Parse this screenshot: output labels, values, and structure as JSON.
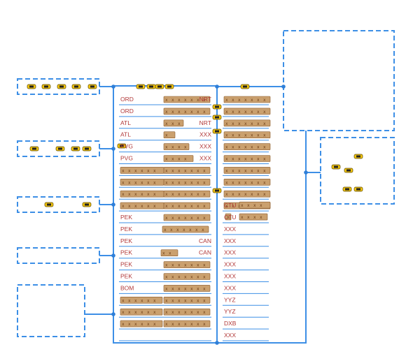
{
  "colors": {
    "accent": "#3d8fe6",
    "code_text": "#b13838",
    "chip": "#caa06e",
    "plane": "#f1c40f"
  },
  "icon_names": [
    "aircraft-icon",
    "flight-bar-icon"
  ],
  "left_column": [
    "ORD",
    "ORD",
    "ATL",
    "ATL",
    "PVG",
    "PVG",
    "",
    "",
    "",
    "",
    "PEK",
    "PEK",
    "PEK",
    "PEK",
    "PEK",
    "PEK",
    "BOM",
    "",
    "",
    ""
  ],
  "middle_right_codes": [
    "NRT",
    "",
    "NRT",
    "XXX",
    "XXX",
    "XXX",
    "",
    "",
    "",
    "",
    "",
    "",
    "CAN",
    "CAN",
    "",
    "",
    "",
    "",
    "",
    ""
  ],
  "right_column": [
    "",
    "",
    "",
    "",
    "",
    "",
    "",
    "",
    "",
    "CTU",
    "CTU",
    "XXX",
    "XXX",
    "XXX",
    "XXX",
    "XXX",
    "XXX",
    "YYZ",
    "YYZ",
    "DXB",
    "XXX"
  ]
}
